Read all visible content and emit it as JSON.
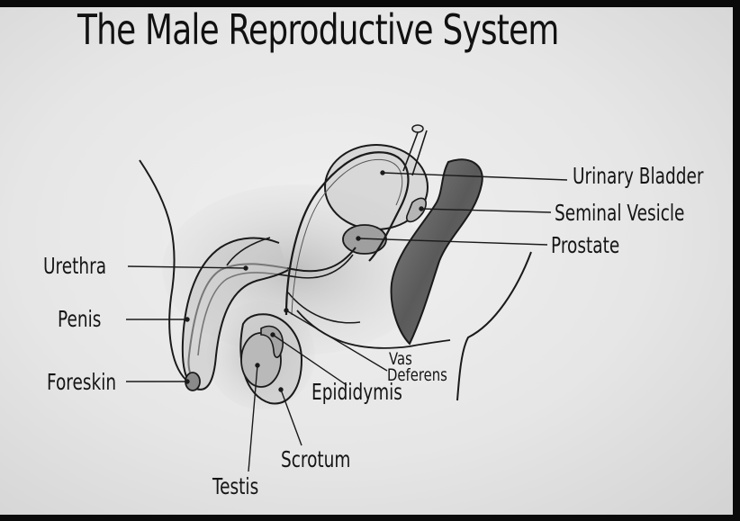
{
  "title": "The Male Reproductive System",
  "labels": {
    "urinary_bladder": "Urinary Bladder",
    "seminal_vesicle": "Seminal Vesicle",
    "prostate": "Prostate",
    "urethra": "Urethra",
    "penis": "Penis",
    "foreskin": "Foreskin",
    "vas_deferens_line1": "Vas",
    "vas_deferens_line2": "Deferens",
    "epididymis": "Epididymis",
    "scrotum": "Scrotum",
    "testis": "Testis"
  },
  "colors": {
    "ink": "#151515",
    "rectum_fill": "#6a6a6a",
    "organ_wash": "#bdbdbd",
    "paper": "#e8e8e8"
  }
}
